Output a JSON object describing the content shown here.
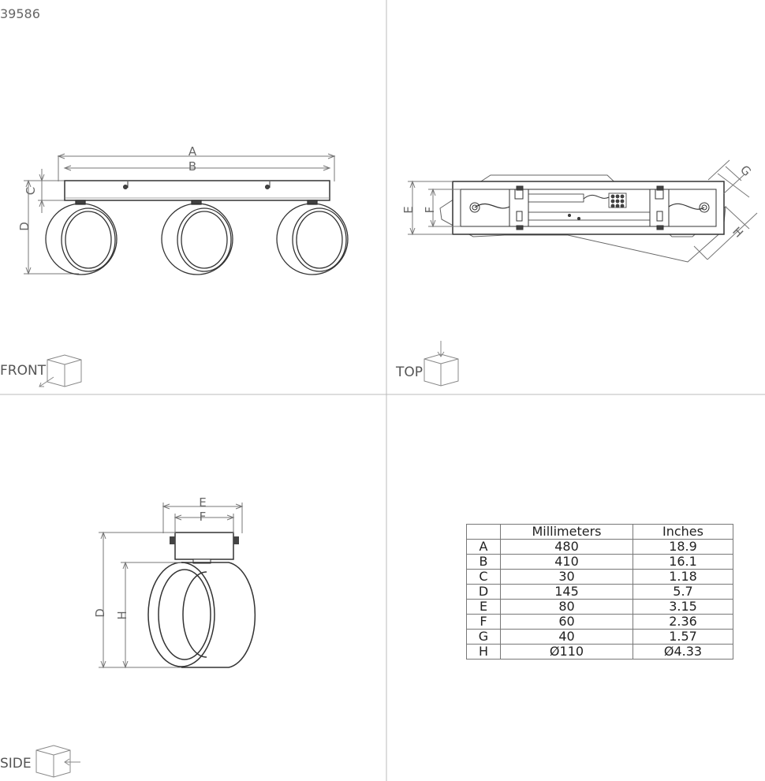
{
  "product_code": "39586",
  "views": {
    "front": "FRONT",
    "top": "TOP",
    "side": "SIDE"
  },
  "dimension_letters": {
    "a": "A",
    "b": "B",
    "c": "C",
    "d": "D",
    "e": "E",
    "f": "F",
    "g": "G",
    "h": "H"
  },
  "table": {
    "headers": [
      "",
      "Millimeters",
      "Inches"
    ],
    "rows": [
      {
        "label": "A",
        "mm": "480",
        "in": "18.9"
      },
      {
        "label": "B",
        "mm": "410",
        "in": "16.1"
      },
      {
        "label": "C",
        "mm": "30",
        "in": "1.18"
      },
      {
        "label": "D",
        "mm": "145",
        "in": "5.7"
      },
      {
        "label": "E",
        "mm": "80",
        "in": "3.15"
      },
      {
        "label": "F",
        "mm": "60",
        "in": "2.36"
      },
      {
        "label": "G",
        "mm": "40",
        "in": "1.57"
      },
      {
        "label": "H",
        "mm": "Ø110",
        "in": "Ø4.33"
      }
    ]
  }
}
